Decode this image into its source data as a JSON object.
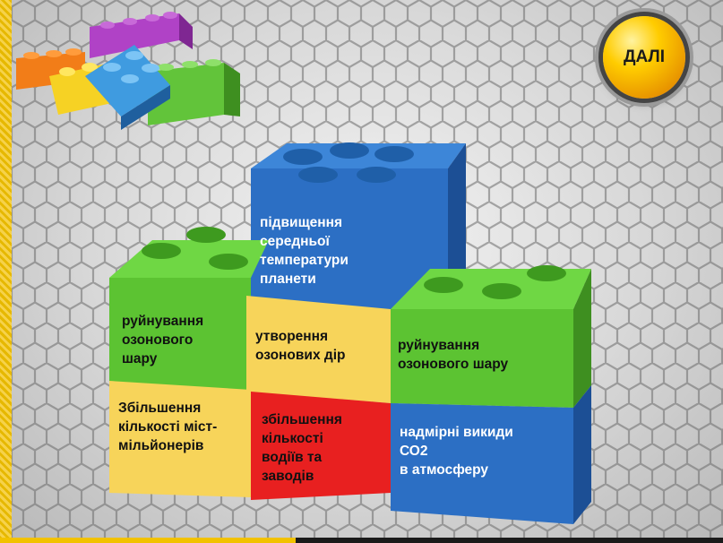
{
  "navigation": {
    "next_label": "ДАЛІ"
  },
  "blocks": [
    {
      "id": "top-blue",
      "text": "підвищення\nсередньої\nтемператури\nпланети",
      "color": "#2c6fc4"
    },
    {
      "id": "green-left",
      "text": "руйнування\nозонового\nшару",
      "color": "#5cc332"
    },
    {
      "id": "yellow-middle",
      "text": "утворення\nозонових дір",
      "color": "#f7d45a"
    },
    {
      "id": "green-right",
      "text": "руйнування\nозонового шару",
      "color": "#5cc332"
    },
    {
      "id": "yellow-bottom-left",
      "text": "Збільшення\nкількості міст-\nмільйонерів",
      "color": "#f7d45a"
    },
    {
      "id": "red-bottom",
      "text": "збільшення\nкількості\nводіїв та\nзаводів",
      "color": "#e82020"
    },
    {
      "id": "blue-bottom-right",
      "text": "надмірні викиди\nСО2\n в атмосферу",
      "color": "#2c6fc4"
    }
  ],
  "colors": {
    "frame": "#f2c200",
    "accent": "#33c3c8",
    "button": "#ffcc00"
  }
}
